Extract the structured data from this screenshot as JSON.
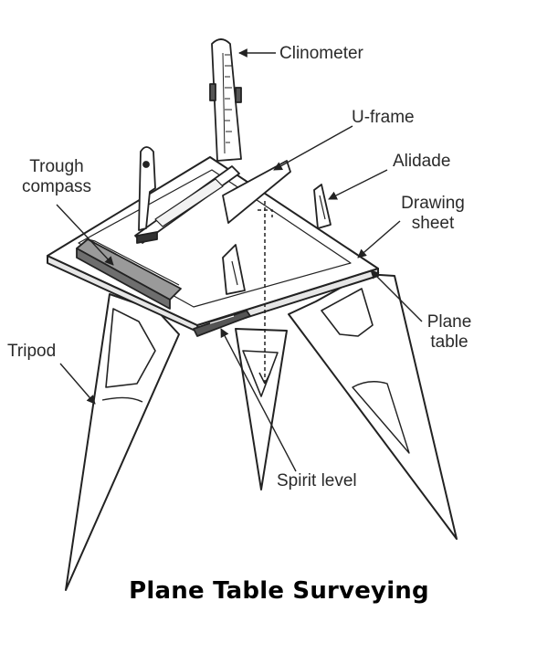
{
  "labels": {
    "clinometer": "Clinometer",
    "u_frame": "U-frame",
    "alidade": "Alidade",
    "trough_line1": "Trough",
    "trough_line2": "compass",
    "drawing_line1": "Drawing",
    "drawing_line2": "sheet",
    "plane_line1": "Plane",
    "plane_line2": "table",
    "tripod": "Tripod",
    "spirit_level": "Spirit level"
  },
  "caption": "Plane Table Surveying"
}
